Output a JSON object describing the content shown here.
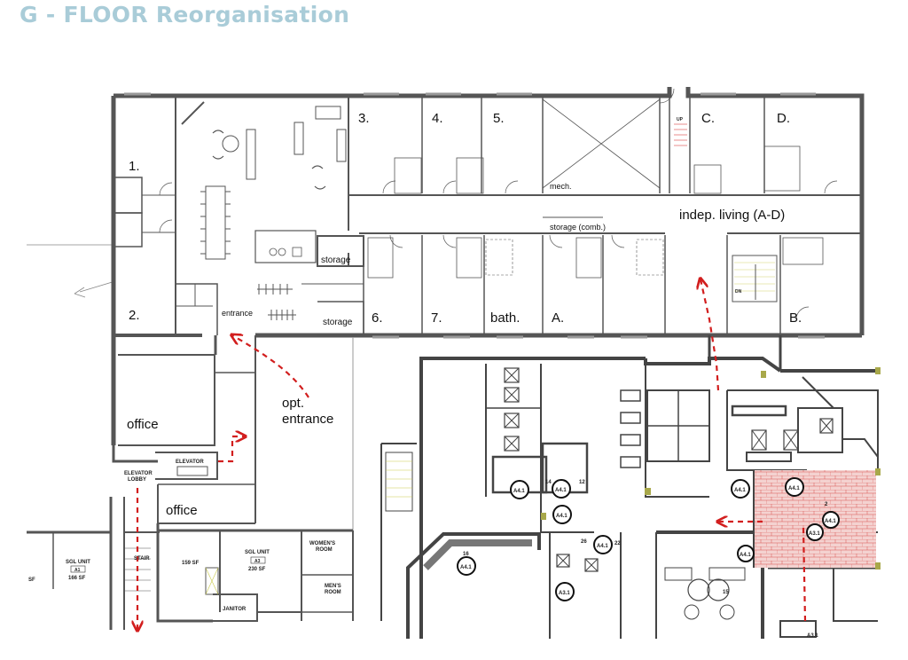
{
  "title": "G - FLOOR Reorganisation",
  "colors": {
    "title": "#a9ccd8",
    "walls": "#555555",
    "route_arrows": "#d21e1e",
    "hatch_area": "#f4d2d0",
    "column_markers": "#a8a84a"
  },
  "rooms": {
    "r1": "1.",
    "r2": "2.",
    "r3": "3.",
    "r4": "4.",
    "r5": "5.",
    "r6": "6.",
    "r7": "7.",
    "bath": "bath.",
    "rA": "A.",
    "rB": "B.",
    "rC": "C.",
    "rD": "D.",
    "mech": "mech.",
    "storage_comb": "storage (comb.)",
    "indep_living": "indep. living (A-D)",
    "storage_upper": "storage",
    "storage_lower": "storage",
    "entrance": "entrance",
    "opt_entrance_1": "opt.",
    "opt_entrance_2": "entrance",
    "office_left": "office",
    "office_lower": "office",
    "elevator": "ELEVATOR",
    "elevator_lobby_1": "ELEVATOR",
    "elevator_lobby_2": "LOBBY",
    "stair": "STAIR",
    "up": "UP",
    "dn": "DN",
    "janitor": "JANITOR",
    "womens_room_1": "WOMEN'S",
    "womens_room_2": "ROOM",
    "mens_room_1": "MEN'S",
    "mens_room_2": "ROOM",
    "sgl_unit_a1": "SGL UNIT",
    "a1_code": "A1",
    "a1_area": "166 SF",
    "sgl_unit_a3": "SGL UNIT",
    "a3_code": "A3",
    "a3_area": "230 SF",
    "area_159": "159 SF",
    "sf_cut": "SF"
  },
  "tags": {
    "a41_1": "A4.1",
    "a41_2": "A4.1",
    "a41_3": "A4.1",
    "a41_4": "A4.1",
    "a41_5": "A4.1",
    "a41_6": "A4.1",
    "a41_7": "A4.1",
    "a41_8": "A4.1",
    "a41_9": "A4.1",
    "a31_1": "A3.1",
    "a31_2": "A3.1",
    "a31_3": "A3.1",
    "n16": "16",
    "n15": "15",
    "n14": "14",
    "n12": "12",
    "n22": "22",
    "n26": "26",
    "n2": "2"
  }
}
